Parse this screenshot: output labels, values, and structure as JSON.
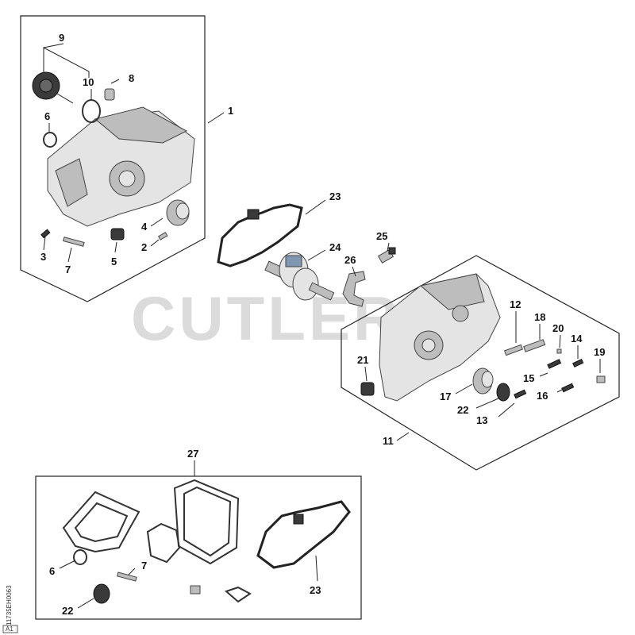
{
  "watermark": "CUTLERS",
  "drawing_code": "11735EH0063",
  "drawing_code_tag": "A1",
  "callouts": {
    "c1": "1",
    "c2": "2",
    "c3": "3",
    "c4": "4",
    "c5": "5",
    "c6": "6",
    "c7": "7",
    "c8": "8",
    "c9": "9",
    "c10": "10",
    "c11": "11",
    "c12": "12",
    "c13": "13",
    "c14": "14",
    "c15": "15",
    "c16": "16",
    "c17": "17",
    "c18": "18",
    "c19": "19",
    "c20": "20",
    "c21": "21",
    "c22": "22",
    "c23": "23",
    "c24": "24",
    "c25": "25",
    "c26": "26",
    "c27": "27",
    "k6": "6",
    "k7": "7",
    "k22": "22",
    "k23": "23"
  }
}
